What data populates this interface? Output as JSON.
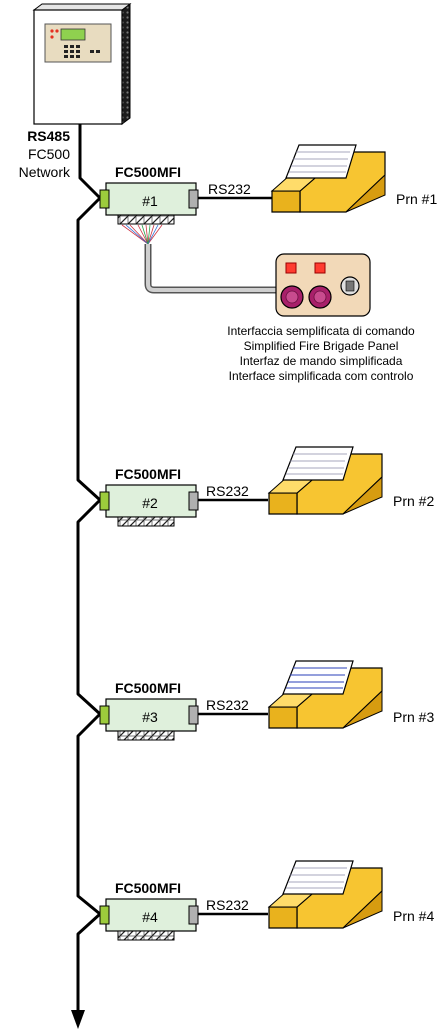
{
  "network": {
    "protocol": "RS485",
    "name": "FC500",
    "label": "Network"
  },
  "modules": [
    {
      "model": "FC500MFI",
      "id": "#1",
      "link": "RS232",
      "printer": "Prn #1"
    },
    {
      "model": "FC500MFI",
      "id": "#2",
      "link": "RS232",
      "printer": "Prn #2"
    },
    {
      "model": "FC500MFI",
      "id": "#3",
      "link": "RS232",
      "printer": "Prn #3"
    },
    {
      "model": "FC500MFI",
      "id": "#4",
      "link": "RS232",
      "printer": "Prn #4"
    }
  ],
  "brigade_panel": {
    "caption_lines": [
      "Interfaccia semplificata di comando",
      "Simplified Fire Brigade Panel",
      "Interfaz de mando simplificada",
      "Interface simplificada com controlo"
    ]
  },
  "colors": {
    "module_fill": "#dff0dc",
    "connector_left": "#9ccc3c",
    "connector_right": "#b0b0b0",
    "printer_fill": "#f7c531",
    "panel_fill": "#f2d9b8",
    "button_fill": "#a8206a",
    "led_fill": "#ff3b2f",
    "line": "#000000"
  }
}
